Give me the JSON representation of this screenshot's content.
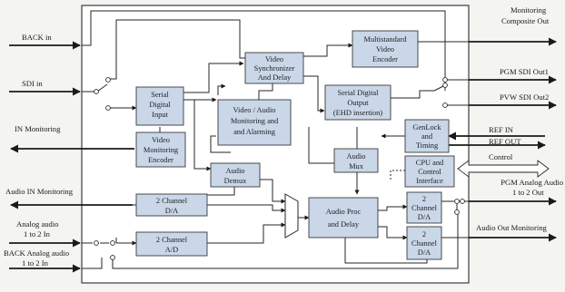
{
  "colors": {
    "block_fill": "#c9d7e8",
    "frame_fill": "#ffffff",
    "line": "#262626",
    "page": "#f4f4f1"
  },
  "blocks": {
    "video_sync": [
      "Video",
      "Synchronizer",
      "And Delay"
    ],
    "multistandard_encoder": [
      "Multistandard",
      "Video",
      "Encoder"
    ],
    "serial_digital_input": [
      "Serial",
      "Digital",
      "Input"
    ],
    "video_audio_monitoring": [
      "Video / Audio",
      "Monitoring and",
      "and Alarming"
    ],
    "serial_digital_output": [
      "Serial Digital",
      "Output",
      "(EHD insertion)"
    ],
    "genlock_timing": [
      "GenLock",
      "and",
      "Timing"
    ],
    "video_monitoring_encoder": [
      "Video",
      "Monitoring",
      "Encoder"
    ],
    "audio_mux": [
      "Audio",
      "Mux"
    ],
    "cpu_control": [
      "CPU and",
      "Control",
      "Interface"
    ],
    "audio_demux": [
      "Audio",
      "Demux"
    ],
    "dac_left": [
      "2 Channel",
      "D/A"
    ],
    "adc": [
      "2 Channel",
      "A/D"
    ],
    "audio_proc": [
      "Audio Proc",
      "and Delay"
    ],
    "dac_right_top": [
      "2",
      "Channel",
      "D/A"
    ],
    "dac_right_bottom": [
      "2",
      "Channel",
      "D/A"
    ]
  },
  "labels": {
    "back_in": "BACK in",
    "sdi_in": "SDI in",
    "in_monitoring": "IN Monitoring",
    "audio_in_monitoring": "Audio IN Monitoring",
    "analog_audio_in": [
      "Analog audio",
      "1 to 2  In"
    ],
    "back_analog_audio": [
      "BACK Analog audio",
      "1 to 2  In"
    ],
    "monitoring_composite_out": [
      "Monitoring",
      "Composite Out"
    ],
    "pgm_sdi_out": "PGM  SDI Out1",
    "pvw_sdi_out": "PVW  SDI Out2",
    "ref_in": "REF IN",
    "ref_out": "REF OUT",
    "control": "Control",
    "pgm_analog_audio_out": [
      "PGM   Analog Audio",
      "1 to 2 Out"
    ],
    "audio_out_monitoring": "Audio Out Monitoring"
  }
}
